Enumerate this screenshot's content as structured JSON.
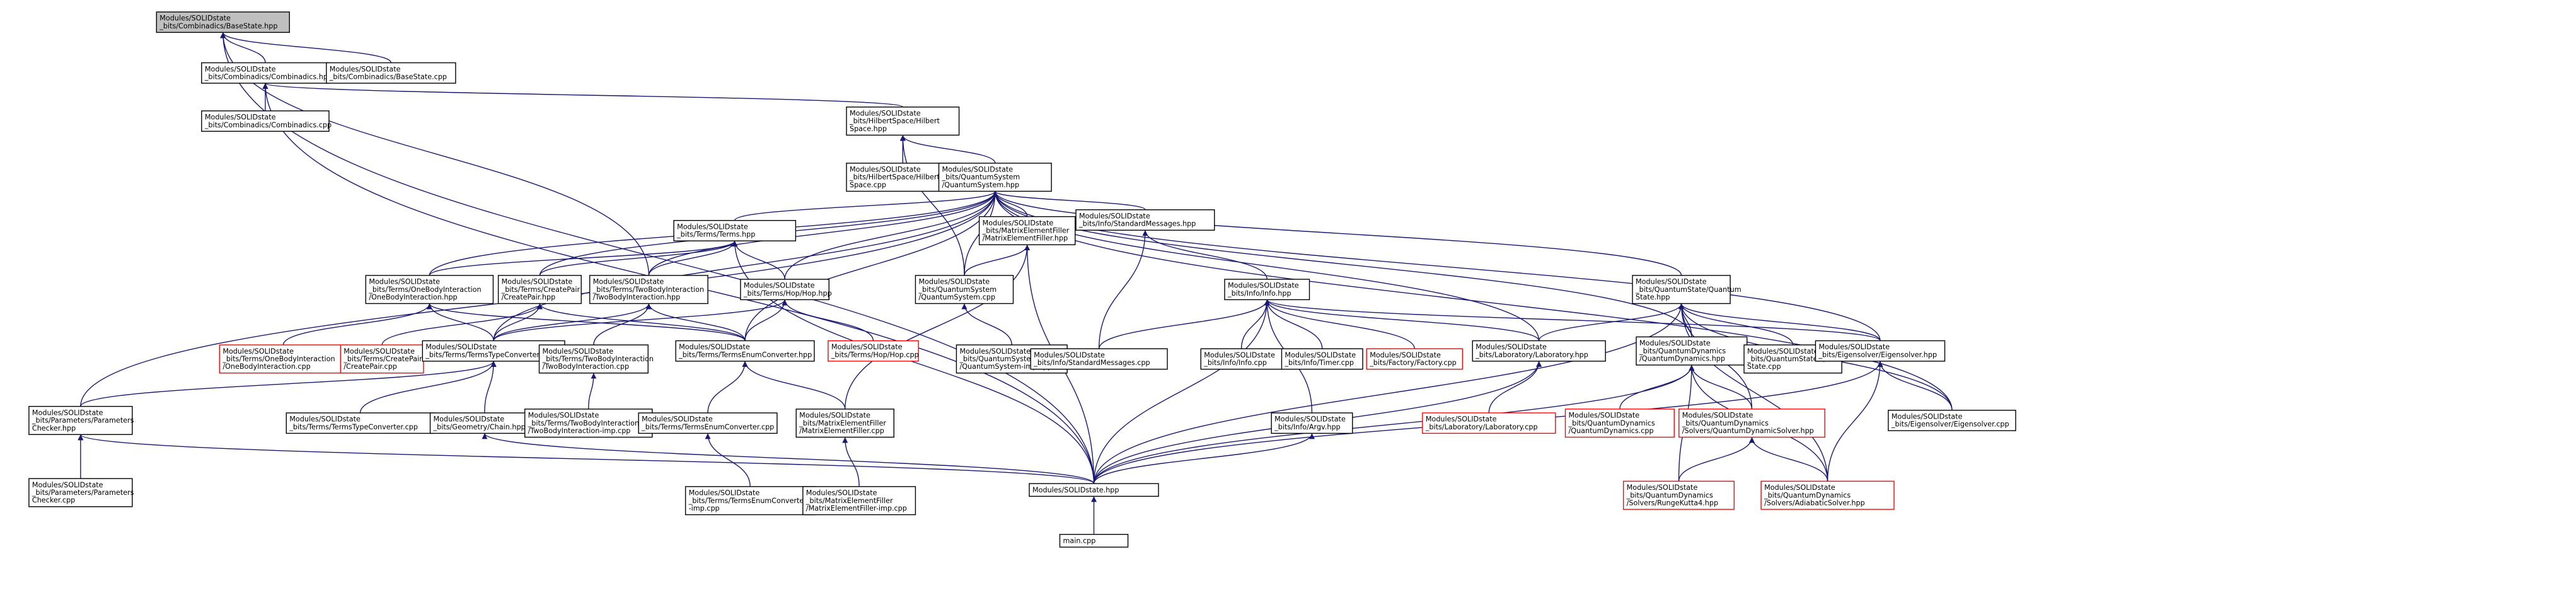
{
  "colors": {
    "edge": "#191970",
    "node_border": "#000000",
    "missing_border": "#ff0000",
    "root_fill": "#bfbfbf",
    "node_fill": "#ffffff"
  },
  "nodes": [
    {
      "id": "base_hpp",
      "lines": [
        "Modules/SOLIDstate",
        "_bits/Combinadics/BaseState.hpp"
      ],
      "style": "root"
    },
    {
      "id": "comb_hpp",
      "lines": [
        "Modules/SOLIDstate",
        "_bits/Combinadics/Combinadics.hpp"
      ],
      "style": "normal"
    },
    {
      "id": "base_cpp",
      "lines": [
        "Modules/SOLIDstate",
        "_bits/Combinadics/BaseState.cpp"
      ],
      "style": "normal"
    },
    {
      "id": "comb_cpp",
      "lines": [
        "Modules/SOLIDstate",
        "_bits/Combinadics/Combinadics.cpp"
      ],
      "style": "normal"
    },
    {
      "id": "hilb_hpp",
      "lines": [
        "Modules/SOLIDstate",
        "_bits/HilbertSpace/Hilbert",
        "Space.hpp"
      ],
      "style": "normal"
    },
    {
      "id": "hilb_cpp",
      "lines": [
        "Modules/SOLIDstate",
        "_bits/HilbertSpace/Hilbert",
        "Space.cpp"
      ],
      "style": "normal"
    },
    {
      "id": "qs_hpp",
      "lines": [
        "Modules/SOLIDstate",
        "_bits/QuantumSystem",
        "/QuantumSystem.hpp"
      ],
      "style": "normal"
    },
    {
      "id": "terms_hpp",
      "lines": [
        "Modules/SOLIDstate",
        "_bits/Terms/Terms.hpp"
      ],
      "style": "normal"
    },
    {
      "id": "mef_hpp",
      "lines": [
        "Modules/SOLIDstate",
        "_bits/MatrixElementFiller",
        "/MatrixElementFiller.hpp"
      ],
      "style": "normal"
    },
    {
      "id": "stdmsg_hpp",
      "lines": [
        "Modules/SOLIDstate",
        "_bits/Info/StandardMessages.hpp"
      ],
      "style": "normal"
    },
    {
      "id": "qstate_hpp",
      "lines": [
        "Modules/SOLIDstate",
        "_bits/QuantumState/Quantum",
        "State.hpp"
      ],
      "style": "normal"
    },
    {
      "id": "obi_hpp",
      "lines": [
        "Modules/SOLIDstate",
        "_bits/Terms/OneBodyInteraction",
        "/OneBodyInteraction.hpp"
      ],
      "style": "normal"
    },
    {
      "id": "cp_hpp",
      "lines": [
        "Modules/SOLIDstate",
        "_bits/Terms/CreatePair",
        "/CreatePair.hpp"
      ],
      "style": "normal"
    },
    {
      "id": "tbi_hpp",
      "lines": [
        "Modules/SOLIDstate",
        "_bits/Terms/TwoBodyInteraction",
        "/TwoBodyInteraction.hpp"
      ],
      "style": "normal"
    },
    {
      "id": "hop_hpp",
      "lines": [
        "Modules/SOLIDstate",
        "_bits/Terms/Hop/Hop.hpp"
      ],
      "style": "normal"
    },
    {
      "id": "qs_cpp",
      "lines": [
        "Modules/SOLIDstate",
        "_bits/QuantumSystem",
        "/QuantumSystem.cpp"
      ],
      "style": "normal"
    },
    {
      "id": "info_hpp",
      "lines": [
        "Modules/SOLIDstate",
        "_bits/Info/Info.hpp"
      ],
      "style": "normal"
    },
    {
      "id": "obi_cpp",
      "lines": [
        "Modules/SOLIDstate",
        "_bits/Terms/OneBodyInteraction",
        "/OneBodyInteraction.cpp"
      ],
      "style": "missing"
    },
    {
      "id": "cp_cpp",
      "lines": [
        "Modules/SOLIDstate",
        "_bits/Terms/CreatePair",
        "/CreatePair.cpp"
      ],
      "style": "missing"
    },
    {
      "id": "ttc_hpp",
      "lines": [
        "Modules/SOLIDstate",
        "_bits/Terms/TermsTypeConverter.hpp"
      ],
      "style": "normal"
    },
    {
      "id": "tbi_cpp",
      "lines": [
        "Modules/SOLIDstate",
        "_bits/Terms/TwoBodyInteraction",
        "/TwoBodyInteraction.cpp"
      ],
      "style": "normal"
    },
    {
      "id": "tec_hpp",
      "lines": [
        "Modules/SOLIDstate",
        "_bits/Terms/TermsEnumConverter.hpp"
      ],
      "style": "normal"
    },
    {
      "id": "hop_cpp",
      "lines": [
        "Modules/SOLIDstate",
        "_bits/Terms/Hop/Hop.cpp"
      ],
      "style": "missing"
    },
    {
      "id": "qsimp_cpp",
      "lines": [
        "Modules/SOLIDstate",
        "_bits/QuantumSystem",
        "/QuantumSystem-imp.cpp"
      ],
      "style": "normal"
    },
    {
      "id": "stdmsg_cpp",
      "lines": [
        "Modules/SOLIDstate",
        "_bits/Info/StandardMessages.cpp"
      ],
      "style": "normal"
    },
    {
      "id": "info_cpp",
      "lines": [
        "Modules/SOLIDstate",
        "_bits/Info/Info.cpp"
      ],
      "style": "normal"
    },
    {
      "id": "timer_cpp",
      "lines": [
        "Modules/SOLIDstate",
        "_bits/Info/Timer.cpp"
      ],
      "style": "normal"
    },
    {
      "id": "factory_cpp",
      "lines": [
        "Modules/SOLIDstate",
        "_bits/Factory/Factory.cpp"
      ],
      "style": "missing"
    },
    {
      "id": "lab_hpp",
      "lines": [
        "Modules/SOLIDstate",
        "_bits/Laboratory/Laboratory.hpp"
      ],
      "style": "normal"
    },
    {
      "id": "qd_hpp",
      "lines": [
        "Modules/SOLIDstate",
        "_bits/QuantumDynamics",
        "/QuantumDynamics.hpp"
      ],
      "style": "normal"
    },
    {
      "id": "qstate_cpp",
      "lines": [
        "Modules/SOLIDstate",
        "_bits/QuantumState/Quantum",
        "State.cpp"
      ],
      "style": "normal"
    },
    {
      "id": "eig_hpp",
      "lines": [
        "Modules/SOLIDstate",
        "_bits/Eigensolver/Eigensolver.hpp"
      ],
      "style": "normal"
    },
    {
      "id": "ppc_hpp",
      "lines": [
        "Modules/SOLIDstate",
        "_bits/Parameters/Parameters",
        "Checker.hpp"
      ],
      "style": "normal"
    },
    {
      "id": "ttc_cpp",
      "lines": [
        "Modules/SOLIDstate",
        "_bits/Terms/TermsTypeConverter.cpp"
      ],
      "style": "normal"
    },
    {
      "id": "chain_hpp",
      "lines": [
        "Modules/SOLIDstate",
        "_bits/Geometry/Chain.hpp"
      ],
      "style": "normal"
    },
    {
      "id": "tbiimp_cpp",
      "lines": [
        "Modules/SOLIDstate",
        "_bits/Terms/TwoBodyInteraction",
        "/TwoBodyInteraction-imp.cpp"
      ],
      "style": "normal"
    },
    {
      "id": "tec_cpp",
      "lines": [
        "Modules/SOLIDstate",
        "_bits/Terms/TermsEnumConverter.cpp"
      ],
      "style": "normal"
    },
    {
      "id": "mef_cpp",
      "lines": [
        "Modules/SOLIDstate",
        "_bits/MatrixElementFiller",
        "/MatrixElementFiller.cpp"
      ],
      "style": "normal"
    },
    {
      "id": "argv_hpp",
      "lines": [
        "Modules/SOLIDstate",
        "_bits/Info/Argv.hpp"
      ],
      "style": "normal"
    },
    {
      "id": "lab_cpp",
      "lines": [
        "Modules/SOLIDstate",
        "_bits/Laboratory/Laboratory.cpp"
      ],
      "style": "missing"
    },
    {
      "id": "qd_cpp",
      "lines": [
        "Modules/SOLIDstate",
        "_bits/QuantumDynamics",
        "/QuantumDynamics.cpp"
      ],
      "style": "missing"
    },
    {
      "id": "qdsolver_hpp",
      "lines": [
        "Modules/SOLIDstate",
        "_bits/QuantumDynamics",
        "/Solvers/QuantumDynamicSolver.hpp"
      ],
      "style": "missing"
    },
    {
      "id": "eig_cpp",
      "lines": [
        "Modules/SOLIDstate",
        "_bits/Eigensolver/Eigensolver.cpp"
      ],
      "style": "normal"
    },
    {
      "id": "ppc_cpp",
      "lines": [
        "Modules/SOLIDstate",
        "_bits/Parameters/Parameters",
        "Checker.cpp"
      ],
      "style": "normal"
    },
    {
      "id": "solid_hpp",
      "lines": [
        "Modules/SOLIDstate.hpp"
      ],
      "style": "normal"
    },
    {
      "id": "tecimp_cpp",
      "lines": [
        "Modules/SOLIDstate",
        "_bits/Terms/TermsEnumConverter",
        "-imp.cpp"
      ],
      "style": "normal"
    },
    {
      "id": "mefimp_cpp",
      "lines": [
        "Modules/SOLIDstate",
        "_bits/MatrixElementFiller",
        "/MatrixElementFiller-imp.cpp"
      ],
      "style": "normal"
    },
    {
      "id": "rk4_hpp",
      "lines": [
        "Modules/SOLIDstate",
        "_bits/QuantumDynamics",
        "/Solvers/RungeKutta4.hpp"
      ],
      "style": "missing"
    },
    {
      "id": "adiab_hpp",
      "lines": [
        "Modules/SOLIDstate",
        "_bits/QuantumDynamics",
        "/Solvers/AdiabaticSolver.hpp"
      ],
      "style": "missing"
    },
    {
      "id": "main_cpp",
      "lines": [
        "main.cpp"
      ],
      "style": "normal"
    }
  ],
  "edges": [
    [
      "comb_hpp",
      "base_hpp"
    ],
    [
      "base_cpp",
      "base_hpp"
    ],
    [
      "tbi_hpp",
      "base_hpp"
    ],
    [
      "solid_hpp",
      "base_hpp"
    ],
    [
      "comb_cpp",
      "comb_hpp"
    ],
    [
      "hilb_hpp",
      "comb_hpp"
    ],
    [
      "solid_hpp",
      "comb_hpp"
    ],
    [
      "hilb_cpp",
      "hilb_hpp"
    ],
    [
      "qs_hpp",
      "hilb_hpp"
    ],
    [
      "qs_cpp",
      "hilb_hpp"
    ],
    [
      "terms_hpp",
      "qs_hpp"
    ],
    [
      "mef_hpp",
      "qs_hpp"
    ],
    [
      "stdmsg_hpp",
      "qs_hpp"
    ],
    [
      "qstate_hpp",
      "qs_hpp"
    ],
    [
      "obi_hpp",
      "qs_hpp"
    ],
    [
      "cp_hpp",
      "qs_hpp"
    ],
    [
      "tbi_hpp",
      "qs_hpp"
    ],
    [
      "hop_hpp",
      "qs_hpp"
    ],
    [
      "qs_cpp",
      "qs_hpp"
    ],
    [
      "ttc_hpp",
      "qs_hpp"
    ],
    [
      "tec_hpp",
      "qs_hpp"
    ],
    [
      "lab_hpp",
      "qs_hpp"
    ],
    [
      "eig_hpp",
      "qs_hpp"
    ],
    [
      "eig_cpp",
      "qs_hpp"
    ],
    [
      "qd_hpp",
      "qs_hpp"
    ],
    [
      "ppc_hpp",
      "qs_hpp"
    ],
    [
      "obi_hpp",
      "terms_hpp"
    ],
    [
      "cp_hpp",
      "terms_hpp"
    ],
    [
      "tbi_hpp",
      "terms_hpp"
    ],
    [
      "hop_hpp",
      "terms_hpp"
    ],
    [
      "solid_hpp",
      "terms_hpp"
    ],
    [
      "qs_cpp",
      "mef_hpp"
    ],
    [
      "mef_cpp",
      "mef_hpp"
    ],
    [
      "solid_hpp",
      "mef_hpp"
    ],
    [
      "info_hpp",
      "stdmsg_hpp"
    ],
    [
      "stdmsg_cpp",
      "stdmsg_hpp"
    ],
    [
      "lab_hpp",
      "qstate_hpp"
    ],
    [
      "qd_hpp",
      "qstate_hpp"
    ],
    [
      "qstate_cpp",
      "qstate_hpp"
    ],
    [
      "eig_hpp",
      "qstate_hpp"
    ],
    [
      "eig_cpp",
      "qstate_hpp"
    ],
    [
      "qdsolver_hpp",
      "qstate_hpp"
    ],
    [
      "adiab_hpp",
      "qstate_hpp"
    ],
    [
      "solid_hpp",
      "qstate_hpp"
    ],
    [
      "obi_cpp",
      "obi_hpp"
    ],
    [
      "ttc_hpp",
      "obi_hpp"
    ],
    [
      "tec_hpp",
      "obi_hpp"
    ],
    [
      "cp_cpp",
      "cp_hpp"
    ],
    [
      "ttc_hpp",
      "cp_hpp"
    ],
    [
      "tec_hpp",
      "cp_hpp"
    ],
    [
      "tbi_cpp",
      "tbi_hpp"
    ],
    [
      "ttc_hpp",
      "tbi_hpp"
    ],
    [
      "tec_hpp",
      "tbi_hpp"
    ],
    [
      "hop_cpp",
      "hop_hpp"
    ],
    [
      "ttc_hpp",
      "hop_hpp"
    ],
    [
      "tec_hpp",
      "hop_hpp"
    ],
    [
      "qsimp_cpp",
      "qs_cpp"
    ],
    [
      "stdmsg_cpp",
      "info_hpp"
    ],
    [
      "info_cpp",
      "info_hpp"
    ],
    [
      "timer_cpp",
      "info_hpp"
    ],
    [
      "factory_cpp",
      "info_hpp"
    ],
    [
      "lab_hpp",
      "info_hpp"
    ],
    [
      "argv_hpp",
      "info_hpp"
    ],
    [
      "eig_hpp",
      "info_hpp"
    ],
    [
      "solid_hpp",
      "info_hpp"
    ],
    [
      "ttc_cpp",
      "ttc_hpp"
    ],
    [
      "chain_hpp",
      "ttc_hpp"
    ],
    [
      "ppc_hpp",
      "ttc_hpp"
    ],
    [
      "tbiimp_cpp",
      "tbi_cpp"
    ],
    [
      "tec_cpp",
      "tec_hpp"
    ],
    [
      "mef_cpp",
      "tec_hpp"
    ],
    [
      "solid_hpp",
      "argv_hpp"
    ],
    [
      "lab_cpp",
      "lab_hpp"
    ],
    [
      "solid_hpp",
      "lab_hpp"
    ],
    [
      "qd_cpp",
      "qd_hpp"
    ],
    [
      "qdsolver_hpp",
      "qd_hpp"
    ],
    [
      "rk4_hpp",
      "qd_hpp"
    ],
    [
      "adiab_hpp",
      "qd_hpp"
    ],
    [
      "solid_hpp",
      "qd_hpp"
    ],
    [
      "rk4_hpp",
      "qdsolver_hpp"
    ],
    [
      "adiab_hpp",
      "qdsolver_hpp"
    ],
    [
      "eig_cpp",
      "eig_hpp"
    ],
    [
      "adiab_hpp",
      "eig_hpp"
    ],
    [
      "solid_hpp",
      "eig_hpp"
    ],
    [
      "ppc_cpp",
      "ppc_hpp"
    ],
    [
      "solid_hpp",
      "ppc_hpp"
    ],
    [
      "solid_hpp",
      "chain_hpp"
    ],
    [
      "tecimp_cpp",
      "tec_cpp"
    ],
    [
      "mefimp_cpp",
      "mef_cpp"
    ],
    [
      "main_cpp",
      "solid_hpp"
    ]
  ]
}
